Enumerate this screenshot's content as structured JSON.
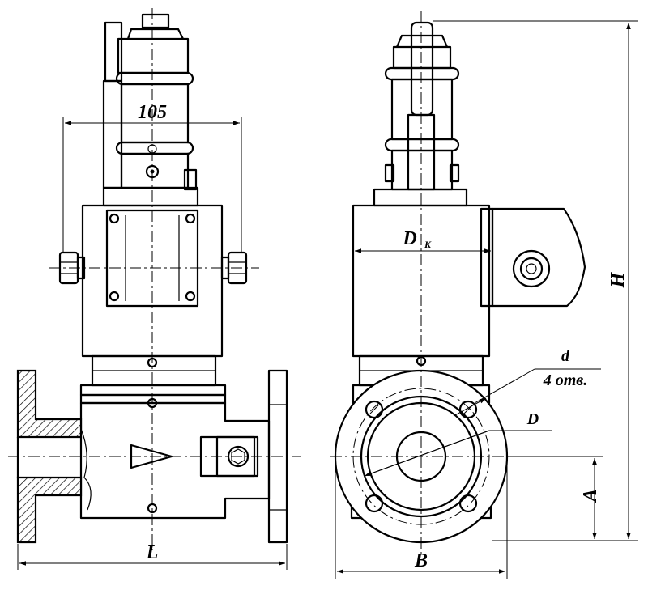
{
  "labels": {
    "width_105": "105",
    "length": "L",
    "height": "H",
    "width_b": "B",
    "height_a": "A",
    "coil_diameter": "D",
    "coil_diameter_sub": "K",
    "hole_diameter": "d",
    "holes_count": "4 отв.",
    "bolt_circle": "D"
  }
}
